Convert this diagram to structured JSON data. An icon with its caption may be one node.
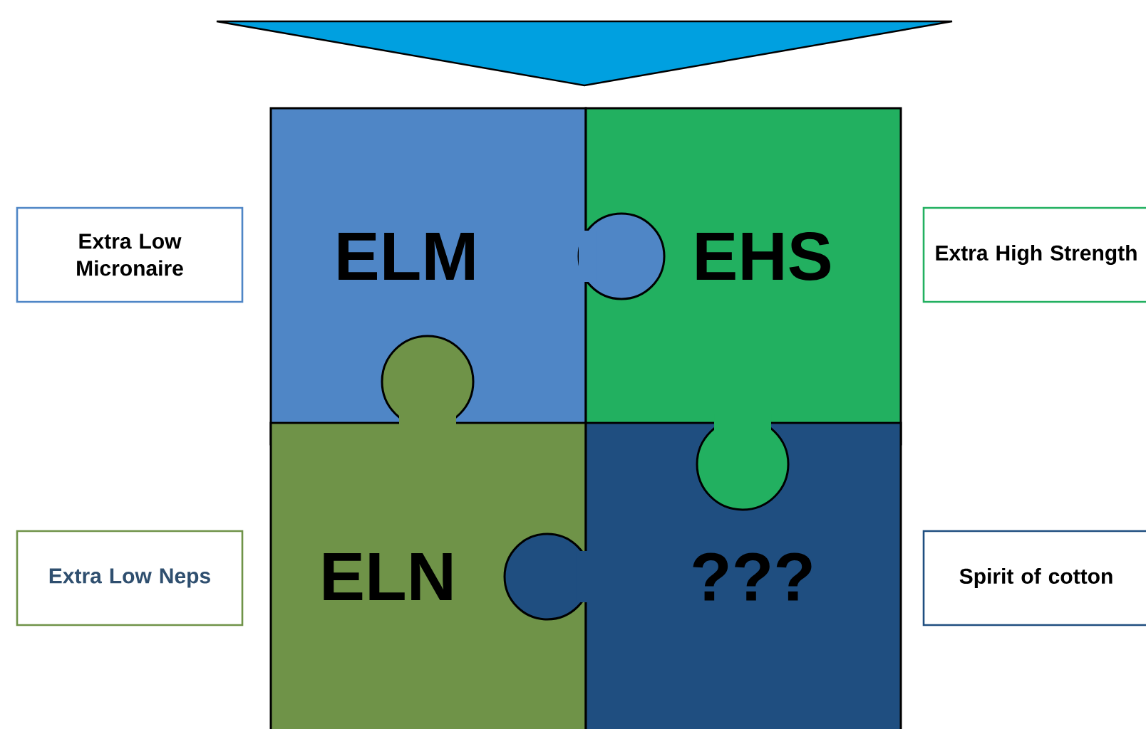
{
  "diagram": {
    "nodes": [
      {
        "text": [
          "Extra Low Micronaire"
        ]
      },
      {
        "text": [
          "ELM"
        ]
      },
      {
        "text": [
          "EHS"
        ]
      },
      {
        "text": [
          "Extra High Strength"
        ]
      },
      {
        "text": [
          "Extra Low Neps"
        ]
      },
      {
        "text": [
          "ELN"
        ]
      },
      {
        "text": [
          "???"
        ]
      },
      {
        "text": [
          "Spirit of cotton"
        ]
      }
    ]
  }
}
